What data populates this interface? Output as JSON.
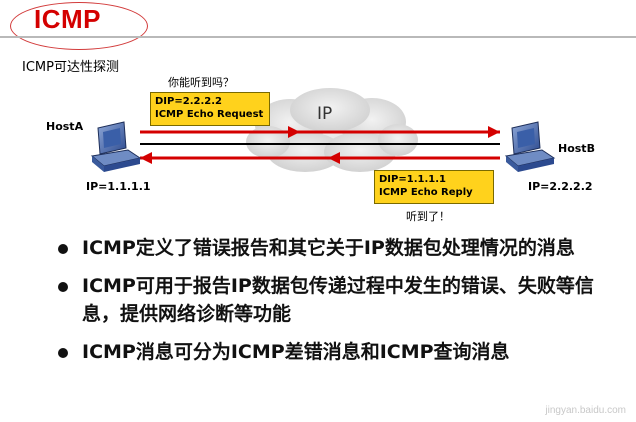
{
  "header": {
    "title": "ICMP"
  },
  "diagram": {
    "subtitle": "ICMP可达性探测",
    "host_a": {
      "name": "HostA",
      "ip": "IP=1.1.1.1"
    },
    "host_b": {
      "name": "HostB",
      "ip": "IP=2.2.2.2"
    },
    "cloud_label": "IP",
    "request": {
      "note": "你能听到吗？",
      "line1": "DIP=2.2.2.2",
      "line2": "ICMP Echo Request"
    },
    "reply": {
      "note": "听到了！",
      "line1": "DIP=1.1.1.1",
      "line2": "ICMP Echo Reply"
    },
    "colors": {
      "packet_box": "#ffd21c",
      "arrow": "#d40000",
      "title": "#d40000"
    }
  },
  "bullets": [
    "ICMP定义了错误报告和其它关于IP数据包处理情况的消息",
    "ICMP可用于报告IP数据包传递过程中发生的错误、失败等信息，提供网络诊断等功能",
    "ICMP消息可分为ICMP差错消息和ICMP查询消息"
  ],
  "watermark": "jingyan.baidu.com"
}
